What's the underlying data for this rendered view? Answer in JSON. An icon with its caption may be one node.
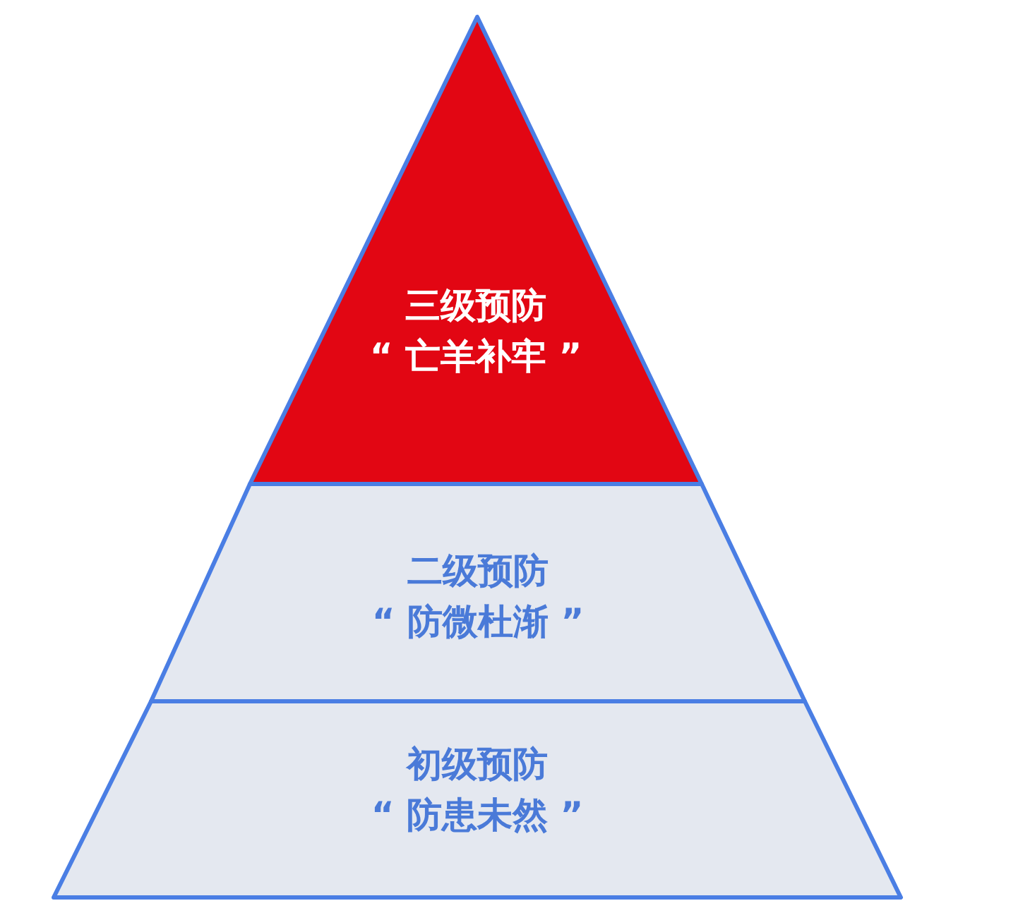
{
  "diagram": {
    "nodes": [
      {
        "text": [
          "三级预防",
          "“ 亡羊补牢 ”"
        ]
      },
      {
        "text": [
          "二级预防",
          "“ 防微杜渐 ”"
        ]
      },
      {
        "text": [
          "初级预防",
          "“ 防患未然 ”"
        ]
      }
    ]
  }
}
